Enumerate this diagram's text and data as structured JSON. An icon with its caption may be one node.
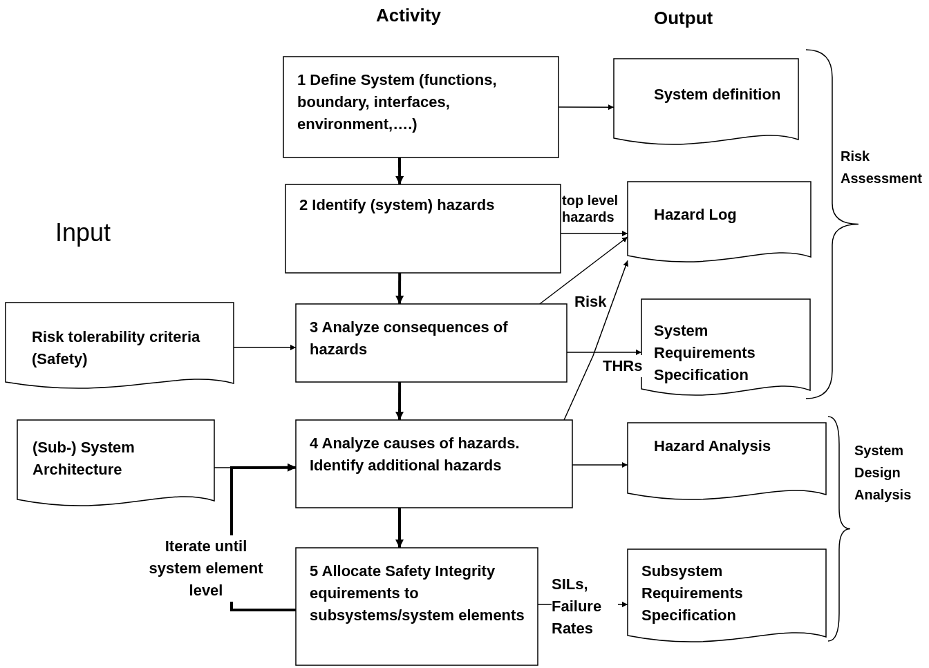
{
  "diagram": {
    "nodes": [
      {
        "text": [
          "1 Define System (functions, boundary, interfaces, environment,….)"
        ]
      },
      {
        "text": [
          "System definition"
        ]
      },
      {
        "text": [
          "2 Identify (system) hazards"
        ]
      },
      {
        "text": [
          "Hazard Log"
        ]
      },
      {
        "text": [
          "Risk tolerability criteria (Safety)"
        ]
      },
      {
        "text": [
          "3 Analyze consequences of hazards"
        ]
      },
      {
        "text": [
          "System Requirements Specification"
        ]
      },
      {
        "text": [
          "(Sub-) System Architecture"
        ]
      },
      {
        "text": [
          "4 Analyze causes of hazards. Identify additional hazards"
        ]
      },
      {
        "text": [
          "Hazard Analysis"
        ]
      },
      {
        "text": [
          "5 Allocate Safety Integrity equirements to subsystems/system elements"
        ]
      },
      {
        "text": [
          "Subsystem Requirements Specification"
        ]
      }
    ],
    "edges": [
      {
        "from": 0,
        "to": 1,
        "arrow": "to"
      },
      {
        "from": 0,
        "to": 2,
        "arrow": "to",
        "style": "thick"
      },
      {
        "from": 2,
        "to": 3,
        "arrow": "to",
        "label": "top level hazards"
      },
      {
        "from": 2,
        "to": 5,
        "arrow": "to",
        "style": "thick"
      },
      {
        "from": 4,
        "to": 5,
        "arrow": "to"
      },
      {
        "from": 5,
        "to": 3,
        "arrow": "to",
        "label": "Risk"
      },
      {
        "from": 8,
        "to": 3,
        "arrow": "to"
      },
      {
        "from": 5,
        "to": 6,
        "arrow": "to",
        "label": "THRs"
      },
      {
        "from": 5,
        "to": 8,
        "arrow": "to",
        "style": "thick"
      },
      {
        "from": 7,
        "to": 8,
        "arrow": "to"
      },
      {
        "from": 8,
        "to": 9,
        "arrow": "to"
      },
      {
        "from": 8,
        "to": 10,
        "arrow": "to",
        "style": "thick"
      },
      {
        "from": 10,
        "to": 11,
        "arrow": "to",
        "label": "SILs, Failure Rates"
      },
      {
        "from": 10,
        "to": 8,
        "arrow": "to",
        "style": "thick",
        "label": "Iterate until system element level"
      }
    ],
    "labels": [
      "Activity",
      "Output",
      "Input",
      "Risk Assessment",
      "System Design Analysis"
    ]
  }
}
